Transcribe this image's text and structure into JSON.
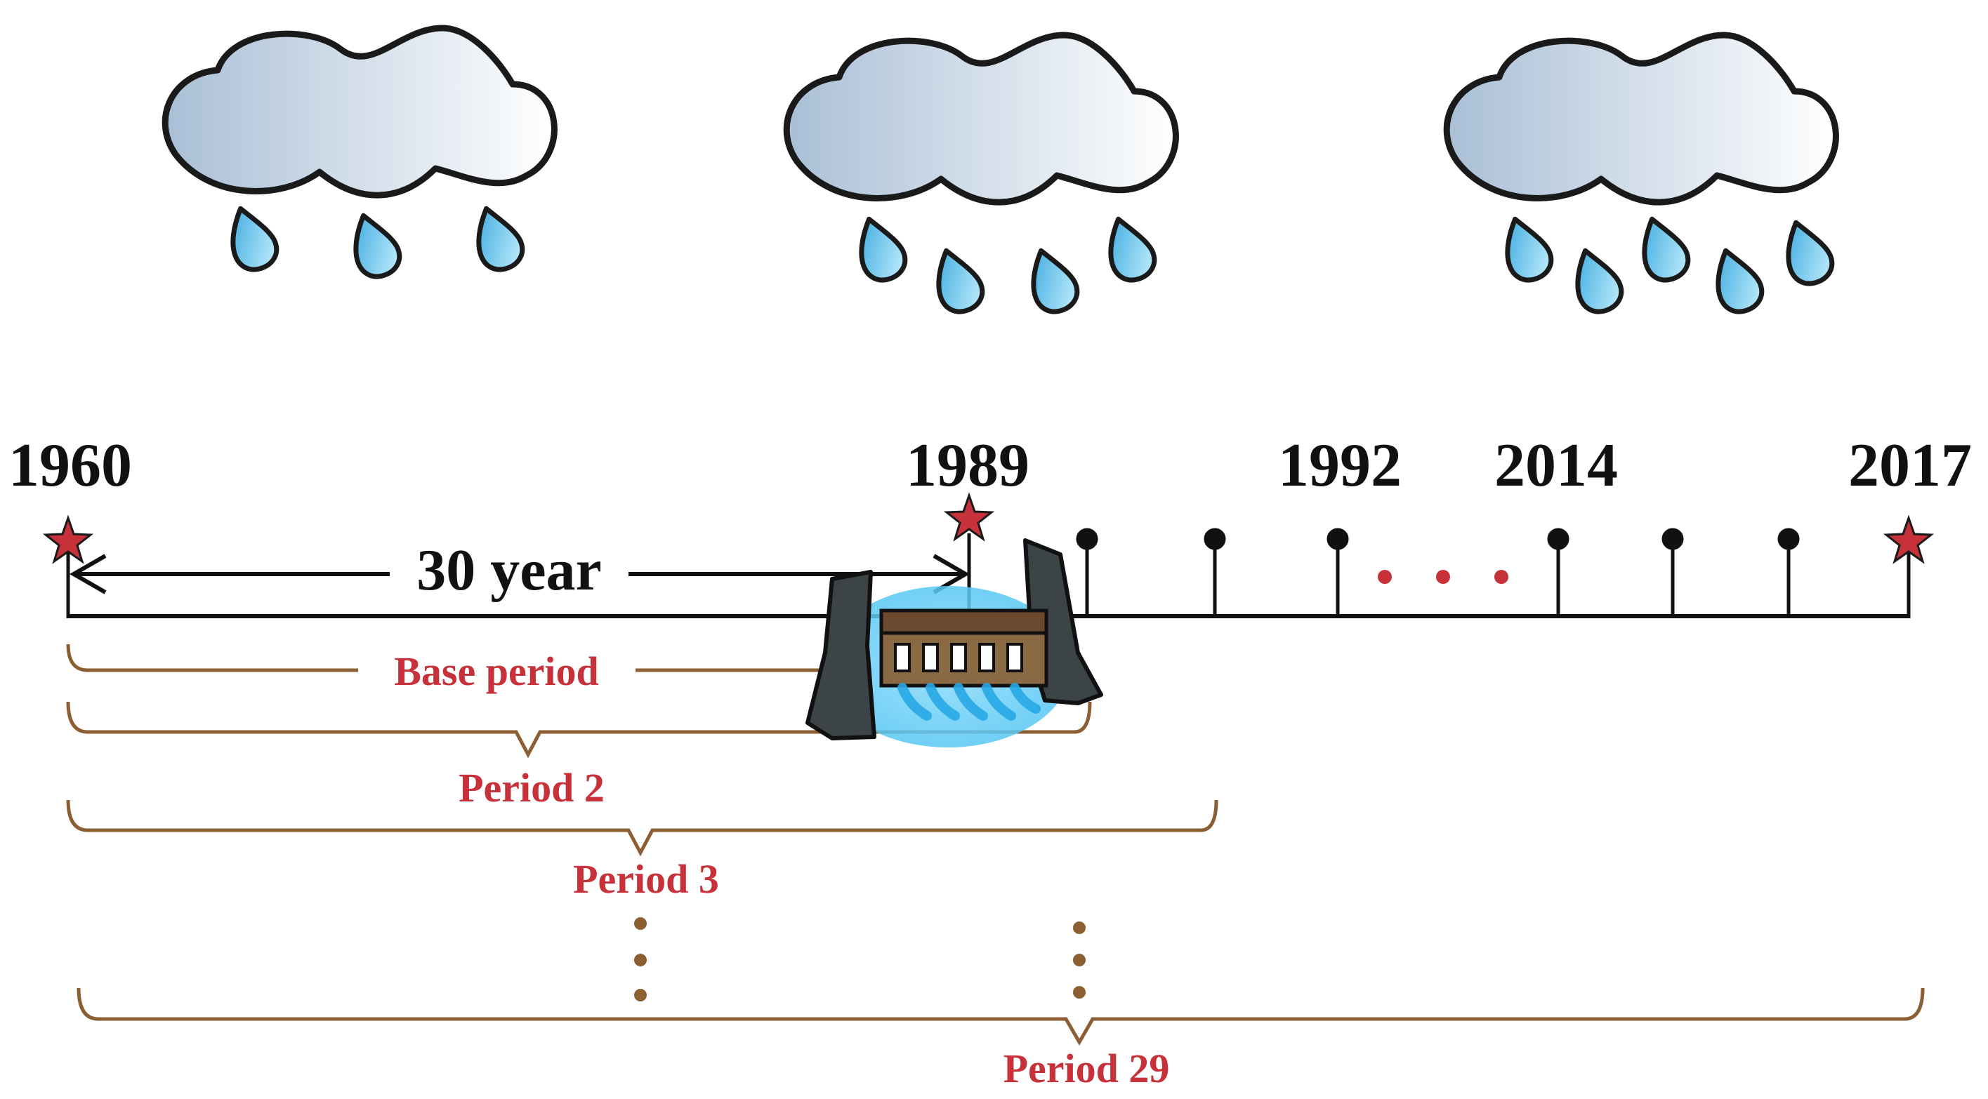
{
  "timeline": {
    "years": [
      "1960",
      "1989",
      "1992",
      "2014",
      "2017"
    ],
    "span_label": "30 year",
    "periods": [
      "Base period",
      "Period 2",
      "Period 3",
      "Period 29"
    ]
  },
  "colors": {
    "axis": "#111111",
    "star": "#c7323a",
    "bracket": "#8b5e34",
    "label": "#c7323a",
    "cloud_dark": "#a9bfd6",
    "cloud_light": "#ffffff",
    "drop_dark": "#2fa3db",
    "drop_light": "#bfeefd",
    "dam_stone": "#3d4448",
    "dam_wood": "#6b4a2f",
    "water": "#4cc3f2"
  },
  "icons": [
    "cloud-icon",
    "raindrop-icon",
    "star-icon",
    "dam-icon"
  ]
}
